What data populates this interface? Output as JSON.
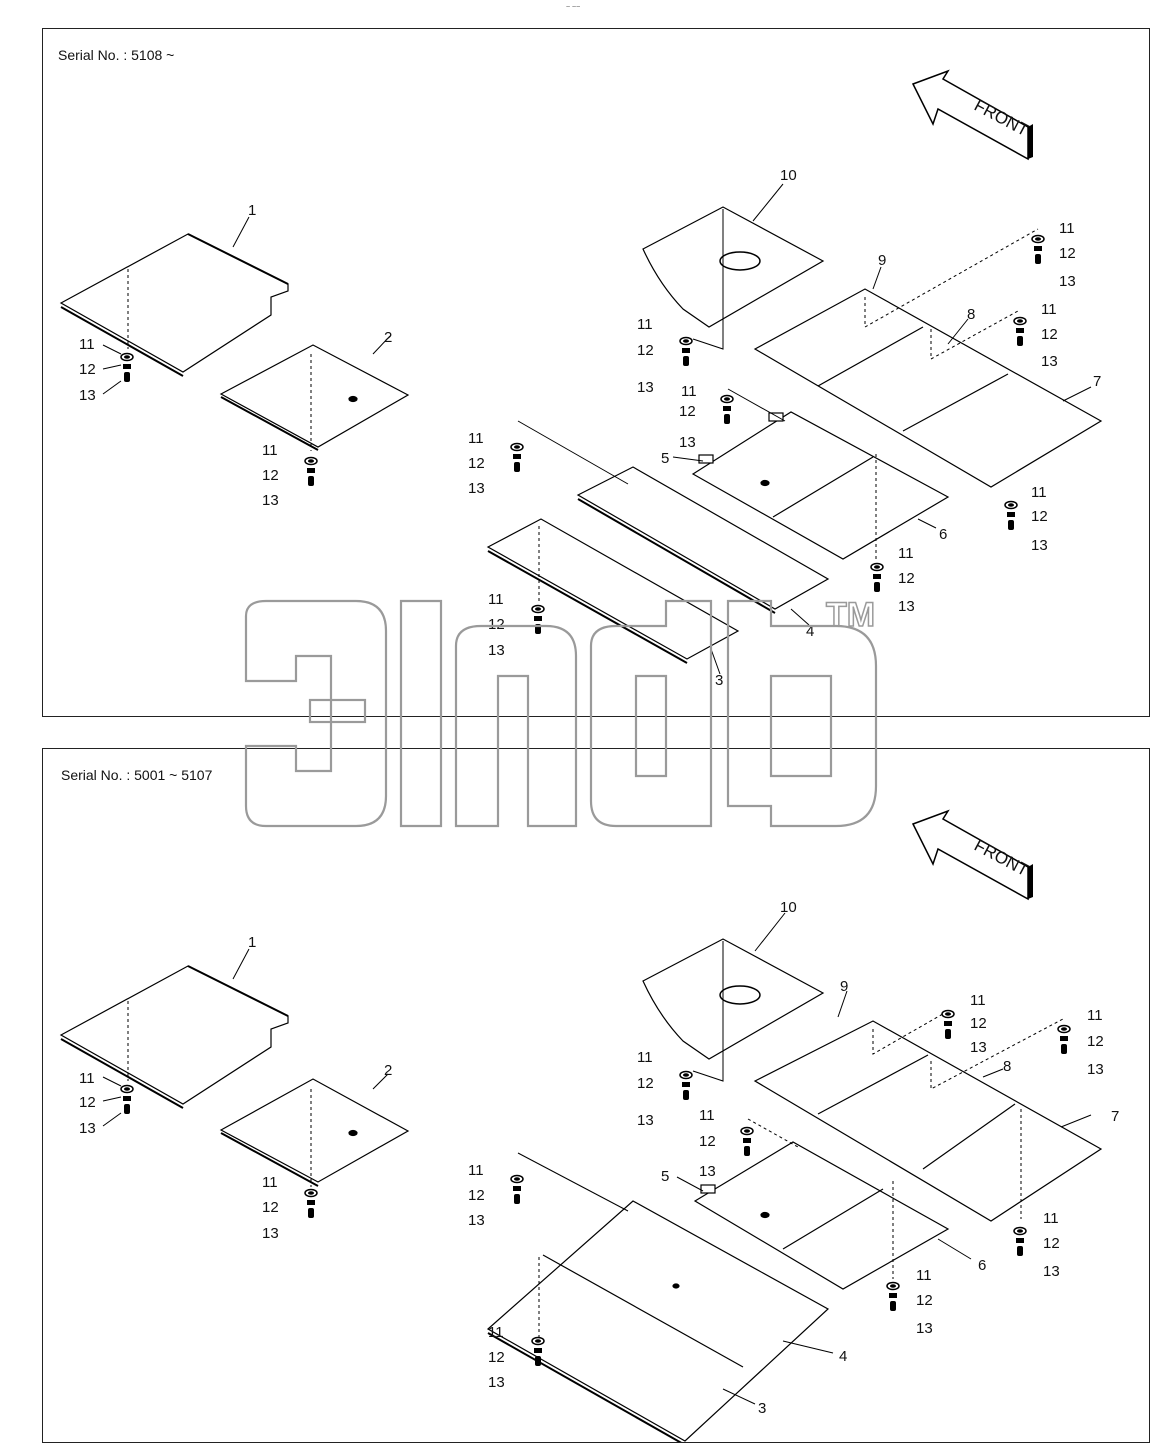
{
  "header": {
    "mark": "~ ~~"
  },
  "top_panel": {
    "serial": "Serial No. : 5108 ~",
    "front": "FRONT",
    "labels": {
      "l1": "1",
      "l2": "2",
      "l3": "3",
      "l4": "4",
      "l5": "5",
      "l6": "6",
      "l7": "7",
      "l8": "8",
      "l9": "9",
      "l10": "10",
      "l11": "11",
      "l12": "12",
      "l13": "13"
    }
  },
  "bottom_panel": {
    "serial": "Serial No. : 5001 ~ 5107",
    "front": "FRONT",
    "labels": {
      "l1": "1",
      "l2": "2",
      "l3": "3",
      "l4": "4",
      "l5": "5",
      "l6": "6",
      "l7": "7",
      "l8": "8",
      "l9": "9",
      "l10": "10",
      "l11": "11",
      "l12": "12",
      "l13": "13"
    }
  },
  "watermark": {
    "tm": "TM"
  }
}
